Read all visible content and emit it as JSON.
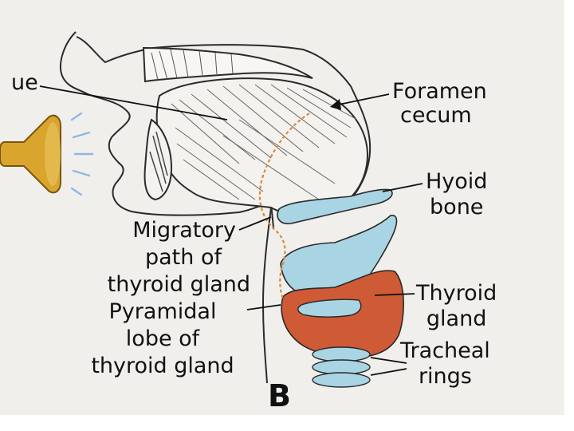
{
  "labels": {
    "tongue_partial": "ue",
    "foramen_line1": "Foramen",
    "foramen_line2": "cecum",
    "hyoid_line1": "Hyoid",
    "hyoid_line2": "bone",
    "migratory_line1": "Migratory",
    "migratory_line2": "path of",
    "migratory_line3": "thyroid gland",
    "thyroid_line1": "Thyroid",
    "thyroid_line2": "gland",
    "pyramidal_line1": "Pyramidal",
    "pyramidal_line2": "lobe of",
    "pyramidal_line3": "thyroid gland",
    "tracheal_line1": "Tracheal",
    "tracheal_line2": "rings",
    "figure_letter": "B"
  },
  "colors": {
    "cartilage": "#a9d4e3",
    "thyroid": "#cf5a36",
    "path_dashes": "#d9893d",
    "outline": "#2a2a2a",
    "speaker_gold": "#d9a52c"
  },
  "icons": {
    "speaker": "speaker-audio-icon"
  }
}
